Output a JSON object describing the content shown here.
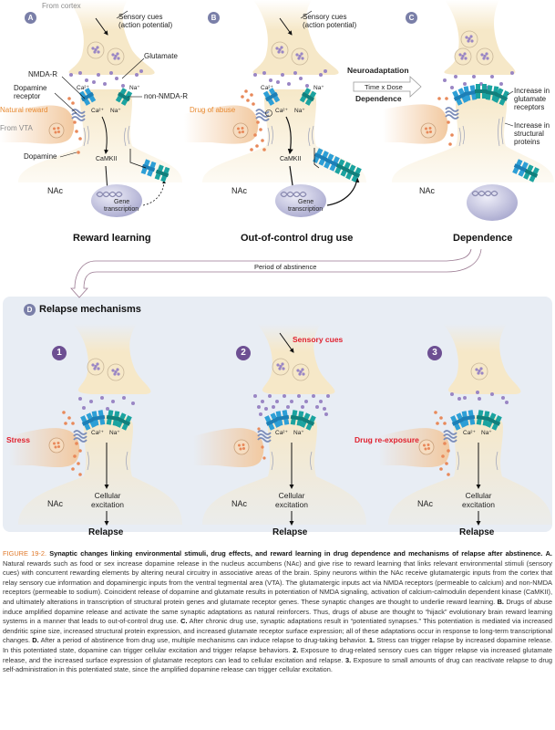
{
  "panels": {
    "A": {
      "badge": "A",
      "source_label": "From cortex",
      "sensory_label_1": "Sensory cues",
      "sensory_label_2": "(action potential)",
      "glutamate": "Glutamate",
      "nmda": "NMDA-R",
      "dopamine_receptor_1": "Dopamine",
      "dopamine_receptor_2": "receptor",
      "non_nmda": "non-NMDA-R",
      "natural_reward": "Natural reward",
      "from_vta": "From VTA",
      "dopamine": "Dopamine",
      "ca_ion": "Ca²⁺",
      "na_ion": "Na⁺",
      "camkii": "CaMKII",
      "nac": "NAc",
      "gene_1": "Gene",
      "gene_2": "transcription",
      "title": "Reward learning"
    },
    "B": {
      "badge": "B",
      "sensory_label_1": "Sensory cues",
      "sensory_label_2": "(action potential)",
      "drug": "Drug of abuse",
      "ca_ion": "Ca²⁺",
      "na_ion": "Na⁺",
      "camkii": "CaMKII",
      "nac": "NAc",
      "gene_1": "Gene",
      "gene_2": "transcription",
      "title": "Out-of-control drug use"
    },
    "transition": {
      "top": "Neuroadaptation",
      "middle": "Time x Dose",
      "bottom": "Dependence"
    },
    "C": {
      "badge": "C",
      "glu_receptors_1": "Increase in",
      "glu_receptors_2": "glutamate",
      "glu_receptors_3": "receptors",
      "structural_1": "Increase in",
      "structural_2": "structural",
      "structural_3": "proteins",
      "nac": "NAc",
      "title": "Dependence"
    },
    "abstinence": "Period of abstinence",
    "D": {
      "badge": "D",
      "title": "Relapse mechanisms",
      "mechanisms": [
        {
          "number": "1",
          "trigger": "Stress",
          "ca_ion": "Ca²⁺",
          "na_ion": "Na⁺",
          "excitation_1": "Cellular",
          "excitation_2": "excitation",
          "nac": "NAc",
          "outcome": "Relapse"
        },
        {
          "number": "2",
          "trigger": "Sensory cues",
          "ca_ion": "Ca²⁺",
          "na_ion": "Na⁺",
          "excitation_1": "Cellular",
          "excitation_2": "excitation",
          "nac": "NAc",
          "outcome": "Relapse"
        },
        {
          "number": "3",
          "trigger": "Drug re-exposure",
          "ca_ion": "Ca²⁺",
          "na_ion": "Na⁺",
          "excitation_1": "Cellular",
          "excitation_2": "excitation",
          "nac": "NAc",
          "outcome": "Relapse"
        }
      ]
    }
  },
  "caption": {
    "figure_label": "FIGURE 19-2.",
    "heading": "Synaptic changes linking environmental stimuli, drug effects, and reward learning in drug dependence and mechanisms of relapse after abstinence.",
    "parts": [
      {
        "tag": "A.",
        "text": "Natural rewards such as food or sex increase dopamine release in the nucleus accumbens (NAc) and give rise to reward learning that links relevant environmental stimuli (sensory cues) with concurrent rewarding elements by altering neural circuitry in associative areas of the brain. Spiny neurons within the NAc receive glutamatergic inputs from the cortex that relay sensory cue information and dopaminergic inputs from the ventral tegmental area (VTA). The glutamatergic inputs act via NMDA receptors (permeable to calcium) and non-NMDA receptors (permeable to sodium). Coincident release of dopamine and glutamate results in potentiation of NMDA signaling, activation of calcium-calmodulin dependent kinase (CaMKII), and ultimately alterations in transcription of structural protein genes and glutamate receptor genes. These synaptic changes are thought to underlie reward learning."
      },
      {
        "tag": "B.",
        "text": "Drugs of abuse induce amplified dopamine release and activate the same synaptic adaptations as natural reinforcers. Thus, drugs of abuse are thought to “hijack” evolutionary brain reward learning systems in a manner that leads to out-of-control drug use."
      },
      {
        "tag": "C.",
        "text": "After chronic drug use, synaptic adaptations result in “potentiated synapses.” This potentiation is mediated via increased dendritic spine size, increased structural protein expression, and increased glutamate receptor surface expression; all of these adaptations occur in response to long-term transcriptional changes."
      },
      {
        "tag": "D.",
        "text": "After a period of abstinence from drug use, multiple mechanisms can induce relapse to drug-taking behavior."
      },
      {
        "tag": "1.",
        "text": "Stress can trigger relapse by increased dopamine release. In this potentiated state, dopamine can trigger cellular excitation and trigger relapse behaviors."
      },
      {
        "tag": "2.",
        "text": "Exposure to drug-related sensory cues can trigger relapse via increased glutamate release, and the increased surface expression of glutamate receptors can lead to cellular excitation and relapse."
      },
      {
        "tag": "3.",
        "text": "Exposure to small amounts of drug can reactivate relapse to drug self-administration in this potentiated state, since the amplified dopamine release can trigger cellular excitation."
      }
    ]
  },
  "colors": {
    "neuron": "#f6e8c8",
    "vta_neuron": "#f2c9a0",
    "nmda_receptor": "#2d9fd6",
    "non_nmda_receptor": "#1ba3a0",
    "glutamate": "#9a86c4",
    "dopamine": "#e8895a",
    "nucleus": "#c9c9e3",
    "panel_d_bg": "#e8edf4",
    "badge": "#7a7fa8",
    "number_badge": "#6d4f92",
    "alert_text": "#e0202e",
    "orange_text": "#e8892f",
    "figure_label": "#e07a2c"
  }
}
